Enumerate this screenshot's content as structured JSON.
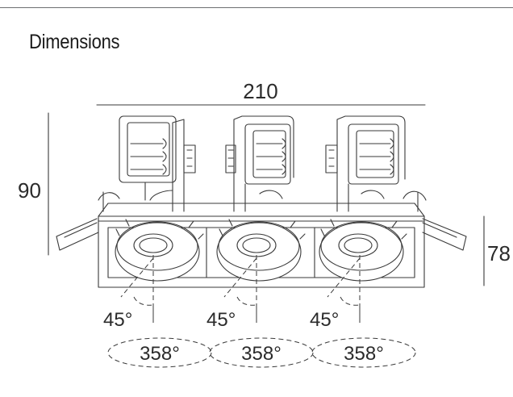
{
  "heading": "Dimensions",
  "dimensions": {
    "width": "210",
    "height": "90",
    "depth": "78"
  },
  "modules": [
    {
      "tilt": "45°",
      "rotation": "358°"
    },
    {
      "tilt": "45°",
      "rotation": "358°"
    },
    {
      "tilt": "45°",
      "rotation": "358°"
    }
  ],
  "colors": {
    "line": "#3a3a3a",
    "text": "#2b2b2b",
    "rule": "#6d6e71"
  }
}
